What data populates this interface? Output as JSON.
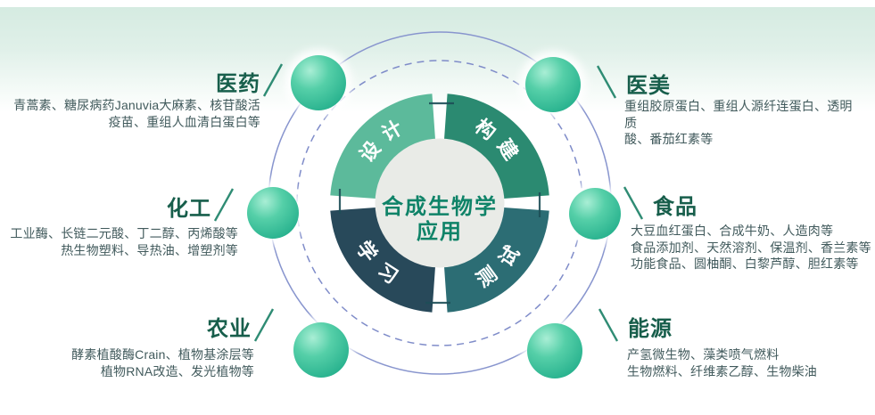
{
  "diagram": {
    "center_title_line1": "合成生物学",
    "center_title_line2": "应用",
    "cycle": {
      "design": "设计",
      "build": "构建",
      "test": "测试",
      "learn": "学习"
    }
  },
  "sections": {
    "pharma": {
      "label": "医药",
      "line1": "青蒿素、糖尿病药Januvia大麻素、核苷酸活",
      "line2": "疫苗、重组人血清白蛋白等"
    },
    "beauty": {
      "label": "医美",
      "line1": "重组胶原蛋白、重组人源纤连蛋白、透明质",
      "line2": "酸、番茄红素等"
    },
    "chemical": {
      "label": "化工",
      "line1": "工业酶、长链二元酸、丁二醇、丙烯酸等",
      "line2": "热生物塑料、导热油、增塑剂等"
    },
    "food": {
      "label": "食品",
      "line1": "大豆血红蛋白、合成牛奶、人造肉等",
      "line2": "食品添加剂、天然溶剂、保温剂、香兰素等",
      "line3": "功能食品、圆柚酮、白黎芦醇、胆红素等"
    },
    "agriculture": {
      "label": "农业",
      "line1": "酵素植酸酶Crain、植物基涂层等",
      "line2": "植物RNA改造、发光植物等"
    },
    "energy": {
      "label": "能源",
      "line1": "产氢微生物、藻类喷气燃料",
      "line2": "生物燃料、纤维素乙醇、生物柴油"
    }
  },
  "colors": {
    "design_segment": "#5cba9b",
    "build_segment": "#2b8a71",
    "test_segment": "#2c6d74",
    "learn_segment": "#28495a",
    "center_text": "#0f8368",
    "section_label_text": "#175e4b",
    "body_text": "#415a5c",
    "sphere_green": "#35c09b",
    "orbit_line": "#8895ce",
    "band_green": "#d5ebe1"
  }
}
